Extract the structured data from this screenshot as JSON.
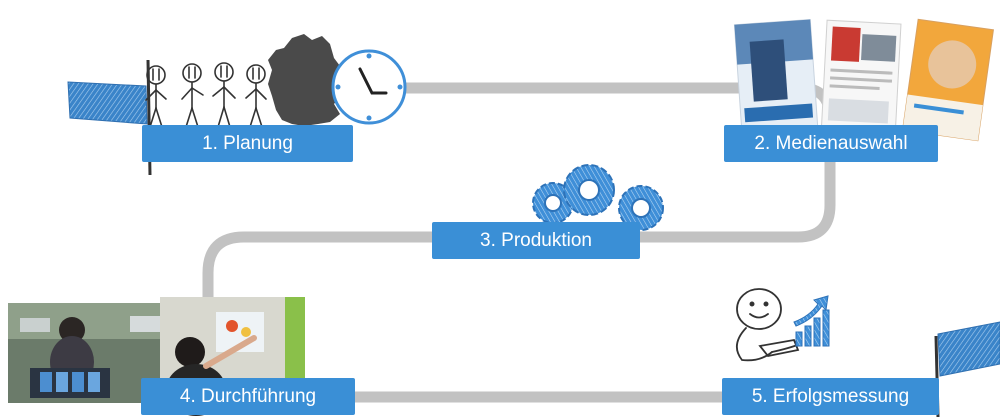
{
  "steps": [
    {
      "label": "1. Planung"
    },
    {
      "label": "2. Medienauswahl"
    },
    {
      "label": "3. Produktion"
    },
    {
      "label": "4. Durchführung"
    },
    {
      "label": "5. Erfolgsmessung"
    }
  ],
  "colors": {
    "path": "#c2c2c2",
    "label_bg": "#3a8fd6",
    "flag_blue": "#3a84c9",
    "gear_blue": "#3f8fd8",
    "sketch": "#333333",
    "germany": "#4a4a4a"
  },
  "icons": [
    "flag-icon",
    "stick-figures-illustration",
    "germany-map-icon",
    "clock-icon",
    "brochures-image",
    "gears-icon",
    "photo-person-boxes",
    "photo-person-poster",
    "smiley-figure-icon",
    "growth-chart-icon"
  ]
}
